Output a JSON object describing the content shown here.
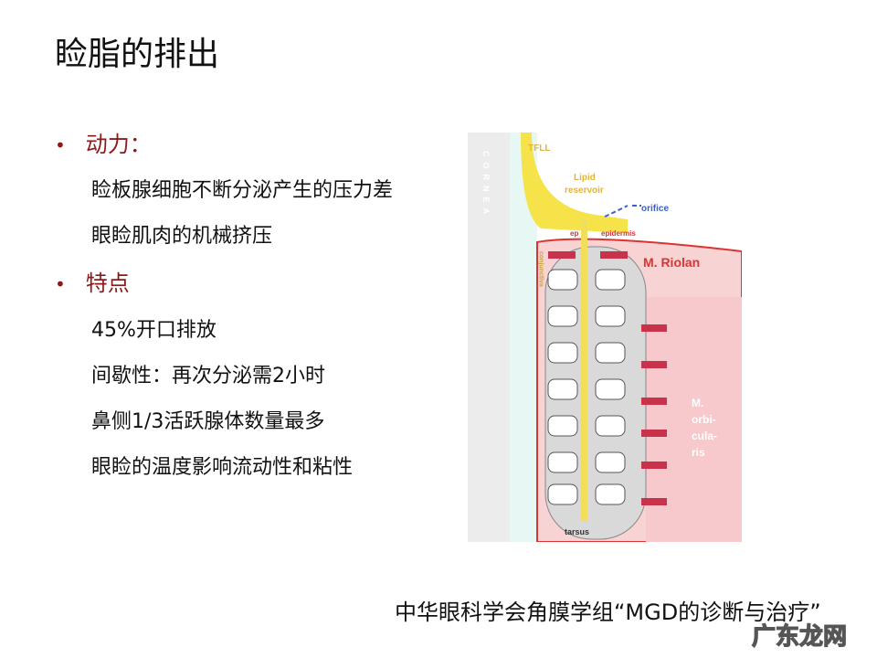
{
  "title": "睑脂的排出",
  "bullets": [
    {
      "label": "动力：",
      "items": [
        "睑板腺细胞不断分泌产生的压力差",
        "眼睑肌肉的机械挤压"
      ]
    },
    {
      "label": "特点",
      "items": [
        "45%开口排放",
        "间歇性：再次分泌需2小时",
        "鼻侧1/3活跃腺体数量最多",
        "眼睑的温度影响流动性和粘性"
      ]
    }
  ],
  "diagram": {
    "cornea": "CORNEA",
    "tfll": "TFLL",
    "lipid": "Lipid",
    "reservoir": "reservoir",
    "orifice": "orifice",
    "ep": "ep",
    "epidermis": "epidermis",
    "riolan": "M. Riolan",
    "conjunctiva": "conjunctiva",
    "orb1": "M.",
    "orb2": "orbi-",
    "orb3": "cula-",
    "orb4": "ris",
    "tarsus": "tarsus"
  },
  "footer": "中华眼科学会角膜学组“MGD的诊断与治疗”",
  "watermark": "广东龙网"
}
